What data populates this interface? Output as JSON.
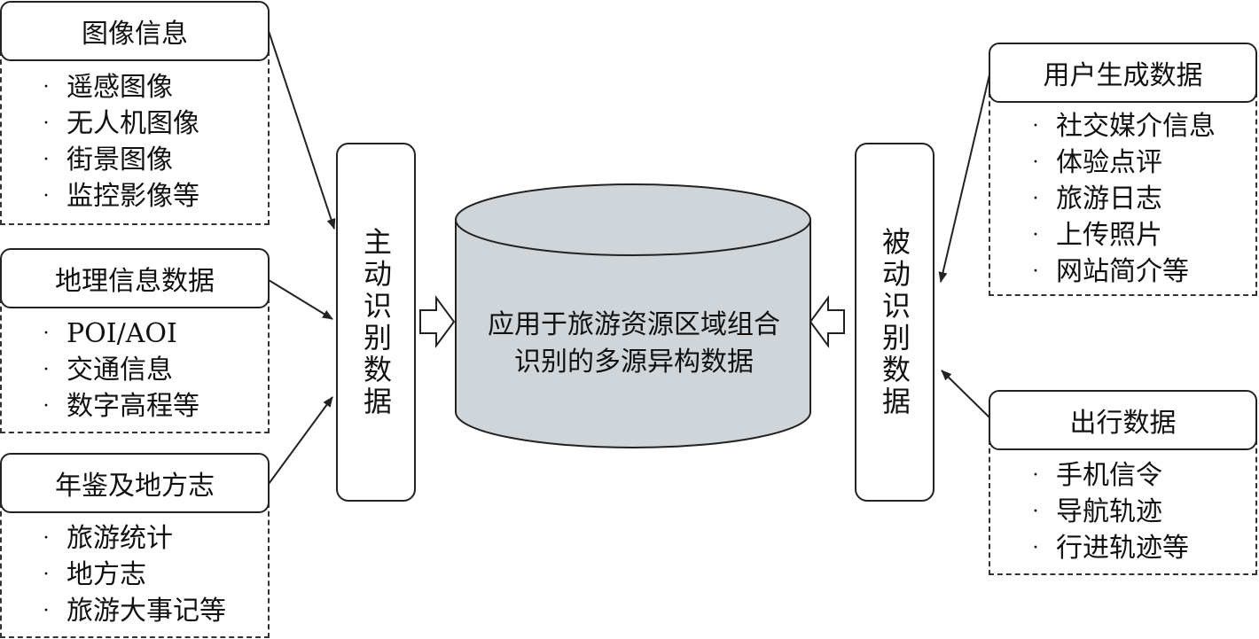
{
  "left_groups": [
    {
      "title": "图像信息",
      "items": [
        "遥感图像",
        "无人机图像",
        "街景图像",
        "监控影像等"
      ]
    },
    {
      "title": "地理信息数据",
      "items": [
        "POI/AOI",
        "交通信息",
        "数字高程等"
      ]
    },
    {
      "title": "年鉴及地方志",
      "items": [
        "旅游统计",
        "地方志",
        "旅游大事记等"
      ]
    }
  ],
  "right_groups": [
    {
      "title": "用户生成数据",
      "items": [
        "社交媒介信息",
        "体验点评",
        "旅游日志",
        "上传照片",
        "网站简介等"
      ]
    },
    {
      "title": "出行数据",
      "items": [
        "手机信令",
        "导航轨迹",
        "行进轨迹等"
      ]
    }
  ],
  "active_pillar": "主动识别数据",
  "passive_pillar": "被动识别数据",
  "cylinder_label": "应用于旅游资源区域组合识别的多源异构数据",
  "bullet_char": "·",
  "colors": {
    "cylinder_fill": "#cfd5d9",
    "line": "#222222",
    "background": "#ffffff"
  }
}
